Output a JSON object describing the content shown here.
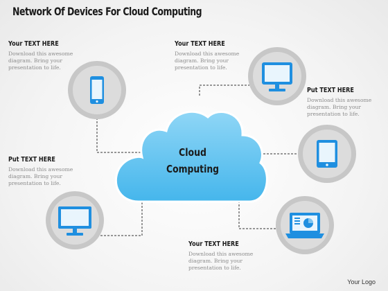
{
  "title": "Network Of Devices For Cloud Computing",
  "cloud": {
    "line1": "Cloud",
    "line2": "Computing"
  },
  "text_blocks": [
    {
      "id": "top-left",
      "heading": "Your TEXT HERE",
      "body": [
        "Download this awesome",
        "diagram. Bring your",
        "presentation to life."
      ]
    },
    {
      "id": "top-center",
      "heading": "Your TEXT HERE",
      "body": [
        "Download this awesome",
        "diagram. Bring your",
        "presentation to life."
      ]
    },
    {
      "id": "right-upper",
      "heading": "Put TEXT HERE",
      "body": [
        "Download this awesome",
        "diagram. Bring your",
        "presentation to life."
      ]
    },
    {
      "id": "left-middle",
      "heading": "Put TEXT HERE",
      "body": [
        "Download this awesome",
        "diagram. Bring your",
        "presentation to life."
      ]
    },
    {
      "id": "bottom-center",
      "heading": "Your TEXT HERE",
      "body": [
        "Download this awesome",
        "diagram. Bring your",
        "presentation to life."
      ]
    }
  ],
  "devices": [
    {
      "id": "phone",
      "icon": "smartphone-icon"
    },
    {
      "id": "monitor-top",
      "icon": "monitor-icon"
    },
    {
      "id": "tablet",
      "icon": "tablet-icon"
    },
    {
      "id": "monitor-left",
      "icon": "monitor-icon"
    },
    {
      "id": "laptop",
      "icon": "laptop-icon"
    }
  ],
  "colors": {
    "device_blue": "#1f8fe0",
    "cloud_fill": "#5ec3f0",
    "ring_gray": "#c7c7c7",
    "inner_gray": "#dcdcdc",
    "connector": "#333333"
  },
  "logo": "Your Logo"
}
